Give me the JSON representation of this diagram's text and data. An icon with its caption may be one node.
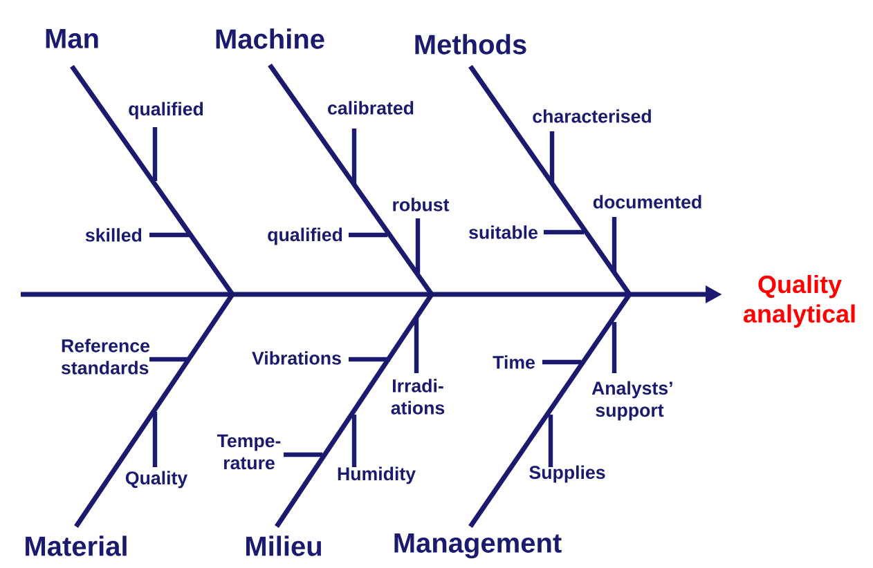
{
  "diagram": {
    "nodes": [
      {
        "text": [
          "Man"
        ]
      },
      {
        "text": [
          "Machine"
        ]
      },
      {
        "text": [
          "Methods"
        ]
      },
      {
        "text": [
          "Material"
        ]
      },
      {
        "text": [
          "Milieu"
        ]
      },
      {
        "text": [
          "Management"
        ]
      },
      {
        "text": [
          "Quality analytical"
        ]
      }
    ],
    "edges": [
      {
        "from": null,
        "to": 6,
        "arrow": "to"
      },
      {
        "from": 0,
        "to": null,
        "arrow": "none"
      },
      {
        "from": 1,
        "to": null,
        "arrow": "none"
      },
      {
        "from": 2,
        "to": null,
        "arrow": "none"
      },
      {
        "from": 3,
        "to": null,
        "arrow": "none"
      },
      {
        "from": 4,
        "to": null,
        "arrow": "none"
      },
      {
        "from": 5,
        "to": null,
        "arrow": "none"
      }
    ],
    "labels": [
      "qualified",
      "calibrated",
      "characterised",
      "robust",
      "documented",
      "skilled",
      "qualified",
      "suitable",
      "Reference standards",
      "Vibrations",
      "Time",
      "Irradi- ations",
      "Analysts’ support",
      "Tempe- rature",
      "Quality",
      "Humidity",
      "Supplies"
    ]
  }
}
